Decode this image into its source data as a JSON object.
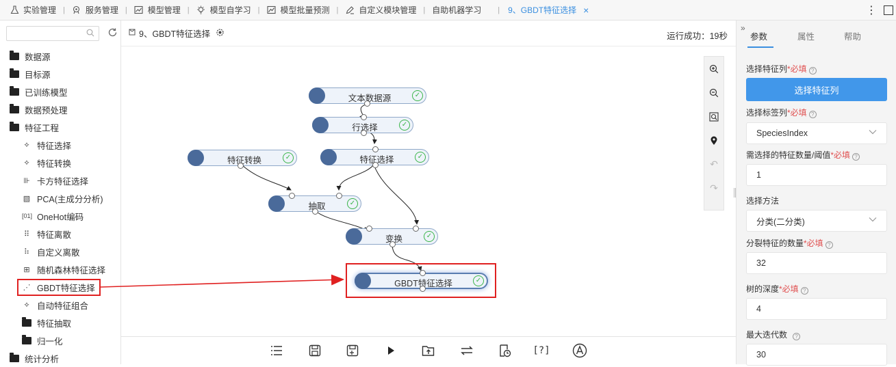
{
  "tabs": [
    {
      "label": "实验管理",
      "icon": "flask-icon"
    },
    {
      "label": "服务管理",
      "icon": "service-icon"
    },
    {
      "label": "模型管理",
      "icon": "model-icon"
    },
    {
      "label": "模型自学习",
      "icon": "bulb-icon"
    },
    {
      "label": "模型批量预测",
      "icon": "chart-icon"
    },
    {
      "label": "自定义模块管理",
      "icon": "edit-icon"
    },
    {
      "label": "自助机器学习",
      "icon": ""
    },
    {
      "label": "9、GBDT特征选择",
      "icon": "",
      "active": true
    }
  ],
  "sidebar": {
    "search_placeholder": "",
    "items": [
      {
        "label": "数据源",
        "type": "folder"
      },
      {
        "label": "目标源",
        "type": "folder"
      },
      {
        "label": "已训练模型",
        "type": "folder"
      },
      {
        "label": "数据预处理",
        "type": "folder"
      },
      {
        "label": "特征工程",
        "type": "folder-open"
      },
      {
        "label": "特征选择",
        "type": "leaf"
      },
      {
        "label": "特征转换",
        "type": "leaf"
      },
      {
        "label": "卡方特征选择",
        "type": "leaf"
      },
      {
        "label": "PCA(主成分分析)",
        "type": "leaf"
      },
      {
        "label": "OneHot编码",
        "type": "leaf"
      },
      {
        "label": "特征离散",
        "type": "leaf"
      },
      {
        "label": "自定义离散",
        "type": "leaf"
      },
      {
        "label": "随机森林特征选择",
        "type": "leaf"
      },
      {
        "label": "GBDT特征选择",
        "type": "leaf",
        "highlighted": true
      },
      {
        "label": "自动特征组合",
        "type": "leaf"
      },
      {
        "label": "特征抽取",
        "type": "subfolder"
      },
      {
        "label": "归一化",
        "type": "subfolder"
      },
      {
        "label": "统计分析",
        "type": "folder"
      }
    ]
  },
  "canvas": {
    "title": "9、GBDT特征选择",
    "status": "运行成功：19秒",
    "nodes": [
      {
        "label": "文本数据源"
      },
      {
        "label": "行选择"
      },
      {
        "label": "特征转换"
      },
      {
        "label": "特征选择"
      },
      {
        "label": "抽取"
      },
      {
        "label": "变换"
      },
      {
        "label": "GBDT特征选择"
      }
    ],
    "toolbar_icons": [
      "list-icon",
      "save-icon",
      "save-as-icon",
      "run-icon",
      "export-icon",
      "swap-icon",
      "schedule-icon",
      "help-icon",
      "auto-icon"
    ],
    "help_label": "[?]"
  },
  "right_panel": {
    "tabs": [
      "参数",
      "属性",
      "帮助"
    ],
    "required_tag": "*必填",
    "fields": {
      "select_features_label": "选择特征列",
      "select_features_button": "选择特征列",
      "label_column_label": "选择标签列",
      "label_column_value": "SpeciesIndex",
      "feature_count_label": "需选择的特征数量/阈值",
      "feature_count_value": "1",
      "method_label": "选择方法",
      "method_value": "分类(二分类)",
      "split_count_label": "分裂特征的数量",
      "split_count_value": "32",
      "depth_label": "树的深度",
      "depth_value": "4",
      "iterations_label": "最大迭代数",
      "iterations_value": "30"
    }
  },
  "colors": {
    "accent": "#3a8fe0",
    "primary_button": "#4197ea",
    "highlight": "#e02020",
    "node_icon": "#4a6a9a",
    "success": "#3bb54a"
  }
}
